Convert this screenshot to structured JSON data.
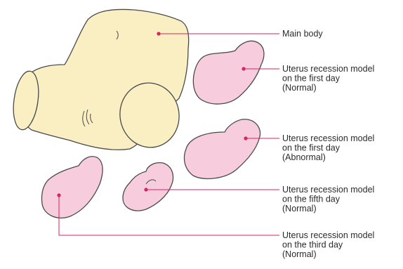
{
  "colors": {
    "body_fill": "#faeec3",
    "uterus_fill": "#f7cddd",
    "outline": "#4a4a4a",
    "leader_line": "#d9245e",
    "dot": "#d9245e",
    "text": "#2b2b2b"
  },
  "labels": {
    "main_body": [
      "Main body"
    ],
    "uterus_first_normal": [
      "Uterus recession model",
      "on the first day",
      "(Normal)"
    ],
    "uterus_first_abnormal": [
      "Uterus recession model",
      "on the first day",
      "(Abnormal)"
    ],
    "uterus_fifth_normal": [
      "Uterus recession model",
      "on the fifth day",
      "(Normal)"
    ],
    "uterus_third_normal": [
      "Uterus recession model",
      "on the third day",
      "(Normal)"
    ]
  }
}
